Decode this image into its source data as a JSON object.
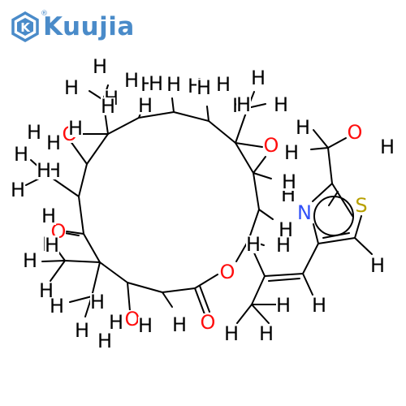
{
  "brand": {
    "name": "Kuujia",
    "registered_mark": "®",
    "color": "#4a8bc9"
  },
  "colors": {
    "bond": "#000000",
    "H": "#000000",
    "O": "#ff0d0d",
    "N": "#3050f8",
    "S": "#b8a000"
  },
  "atom_labels": [
    {
      "id": "o-hydroxyl-1",
      "el": "O",
      "text": "O"
    },
    {
      "id": "h-hydroxyl-1",
      "el": "H",
      "text": "H"
    },
    {
      "id": "o-epoxide",
      "el": "O",
      "text": "O"
    },
    {
      "id": "o-ring-ester",
      "el": "O",
      "text": "O"
    },
    {
      "id": "o-carbonyl-1",
      "el": "O",
      "text": "O"
    },
    {
      "id": "o-carbonyl-2",
      "el": "O",
      "text": "O"
    },
    {
      "id": "o-hydroxyl-2",
      "el": "O",
      "text": "O"
    },
    {
      "id": "h-hydroxyl-2",
      "el": "H",
      "text": "H"
    },
    {
      "id": "o-hydroxymethyl",
      "el": "O",
      "text": "O"
    },
    {
      "id": "h-hydroxymethyl",
      "el": "H",
      "text": "H"
    },
    {
      "id": "n-thiazole",
      "el": "N",
      "text": "N"
    },
    {
      "id": "s-thiazole",
      "el": "S",
      "text": "S"
    },
    {
      "id": "h-01",
      "el": "H",
      "text": "H"
    },
    {
      "id": "h-02",
      "el": "H",
      "text": "H"
    },
    {
      "id": "h-03",
      "el": "H",
      "text": "H"
    },
    {
      "id": "h-04",
      "el": "H",
      "text": "H"
    },
    {
      "id": "h-05",
      "el": "H",
      "text": "H"
    },
    {
      "id": "h-06",
      "el": "H",
      "text": "H"
    },
    {
      "id": "h-07",
      "el": "H",
      "text": "H"
    },
    {
      "id": "h-08",
      "el": "H",
      "text": "H"
    },
    {
      "id": "h-09",
      "el": "H",
      "text": "H"
    },
    {
      "id": "h-10",
      "el": "H",
      "text": "H"
    },
    {
      "id": "h-11",
      "el": "H",
      "text": "H"
    },
    {
      "id": "h-12",
      "el": "H",
      "text": "H"
    },
    {
      "id": "h-13",
      "el": "H",
      "text": "H"
    },
    {
      "id": "h-14",
      "el": "H",
      "text": "H"
    },
    {
      "id": "h-15",
      "el": "H",
      "text": "H"
    },
    {
      "id": "h-16",
      "el": "H",
      "text": "H"
    },
    {
      "id": "h-17",
      "el": "H",
      "text": "H"
    },
    {
      "id": "h-18",
      "el": "H",
      "text": "H"
    },
    {
      "id": "h-19",
      "el": "H",
      "text": "H"
    },
    {
      "id": "h-20",
      "el": "H",
      "text": "H"
    },
    {
      "id": "h-21",
      "el": "H",
      "text": "H"
    },
    {
      "id": "h-22",
      "el": "H",
      "text": "H"
    },
    {
      "id": "h-23",
      "el": "H",
      "text": "H"
    },
    {
      "id": "h-24",
      "el": "H",
      "text": "H"
    },
    {
      "id": "h-25",
      "el": "H",
      "text": "H"
    },
    {
      "id": "h-26",
      "el": "H",
      "text": "H"
    },
    {
      "id": "h-27",
      "el": "H",
      "text": "H"
    },
    {
      "id": "h-28",
      "el": "H",
      "text": "H"
    },
    {
      "id": "h-29",
      "el": "H",
      "text": "H"
    },
    {
      "id": "h-30",
      "el": "H",
      "text": "H"
    },
    {
      "id": "h-31",
      "el": "H",
      "text": "H"
    },
    {
      "id": "h-32",
      "el": "H",
      "text": "H"
    },
    {
      "id": "h-33",
      "el": "H",
      "text": "H"
    },
    {
      "id": "h-34",
      "el": "H",
      "text": "H"
    },
    {
      "id": "h-35",
      "el": "H",
      "text": "H"
    },
    {
      "id": "h-36",
      "el": "H",
      "text": "H"
    },
    {
      "id": "h-37",
      "el": "H",
      "text": "H"
    },
    {
      "id": "h-38",
      "el": "H",
      "text": "H"
    },
    {
      "id": "h-39",
      "el": "H",
      "text": "H"
    },
    {
      "id": "h-40",
      "el": "H",
      "text": "H"
    },
    {
      "id": "h-41",
      "el": "H",
      "text": "H"
    },
    {
      "id": "h-42",
      "el": "H",
      "text": "H"
    },
    {
      "id": "h-43",
      "el": "H",
      "text": "H"
    },
    {
      "id": "h-44",
      "el": "H",
      "text": "H"
    },
    {
      "id": "h-45",
      "el": "H",
      "text": "H"
    },
    {
      "id": "h-46",
      "el": "H",
      "text": "H"
    }
  ]
}
